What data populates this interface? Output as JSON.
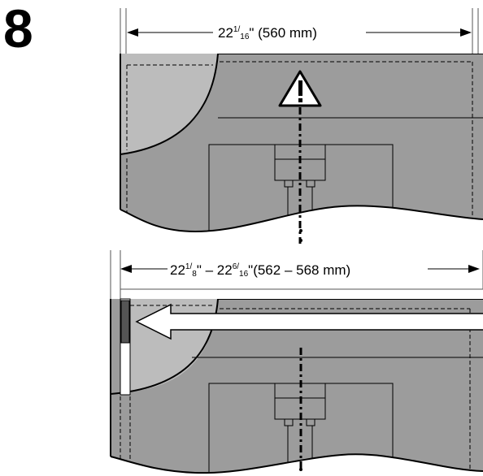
{
  "step": {
    "number": "8"
  },
  "top_view": {
    "dimension": {
      "whole": "22",
      "frac_num": "1",
      "frac_den": "16",
      "rest": "\" (560 mm)"
    },
    "warning_icon": "warning-triangle-icon"
  },
  "bottom_view": {
    "dimension": {
      "a_whole": "22",
      "a_num": "1",
      "a_den": "8",
      "sep": "\" – 22",
      "b_num": "6",
      "b_den": "16",
      "rest": "\"(562 – 568 mm)"
    },
    "direction_icon": "arrow-left-icon"
  },
  "colors": {
    "panel": "#9c9c9c",
    "light_panel": "#bcbcbc",
    "strip": "#555555",
    "line": "#000000"
  }
}
